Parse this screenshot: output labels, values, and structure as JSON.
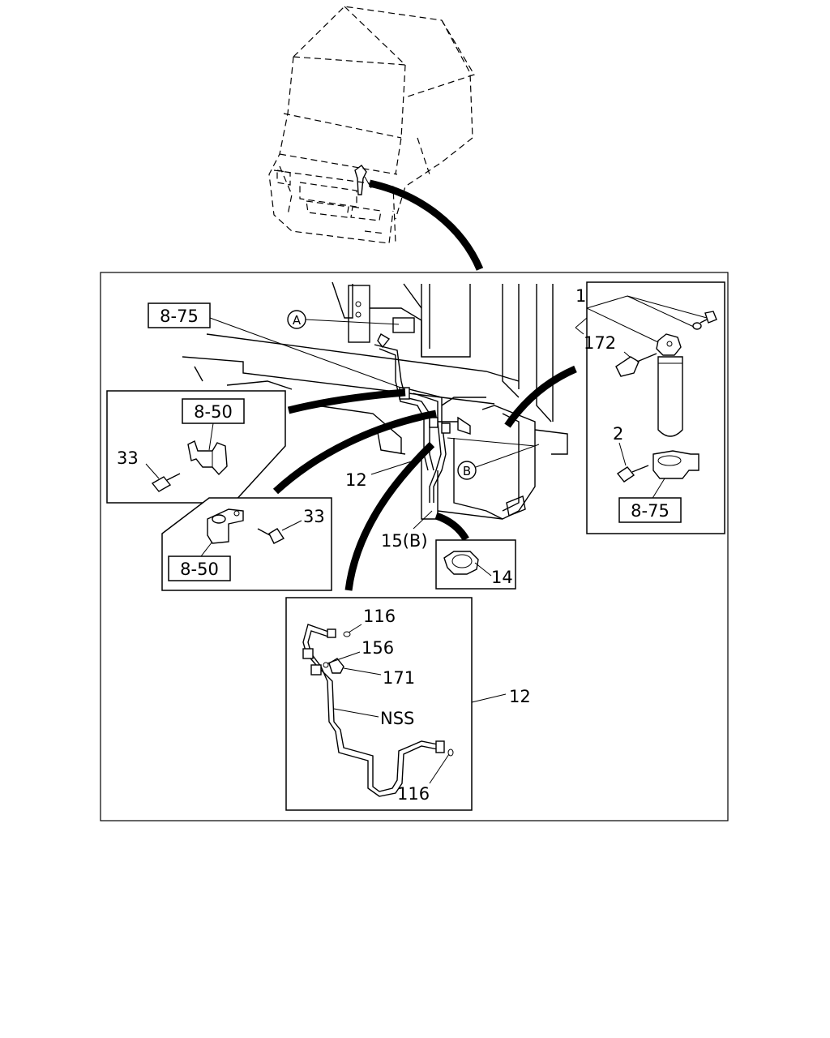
{
  "labels": {
    "ref_8_75_top": "8-75",
    "ref_8_50_top": "8-50",
    "ref_8_50_bottom": "8-50",
    "ref_8_75_right": "8-75",
    "item_1": "1",
    "item_2": "2",
    "item_172": "172",
    "item_33_top": "33",
    "item_33_bottom": "33",
    "item_12_main": "12",
    "item_12_detail": "12",
    "item_15b": "15(B)",
    "item_14": "14",
    "item_116_top": "116",
    "item_116_bottom": "116",
    "item_156": "156",
    "item_171": "171",
    "item_nss": "NSS",
    "marker_a": "A",
    "marker_b": "B"
  },
  "icons": {
    "truck_cab": "truck-cab-illustration",
    "receiver_drier": "receiver-drier-illustration",
    "clamp": "clamp-illustration",
    "bracket": "bracket-illustration",
    "pipe": "refrigerant-pipe-illustration"
  }
}
